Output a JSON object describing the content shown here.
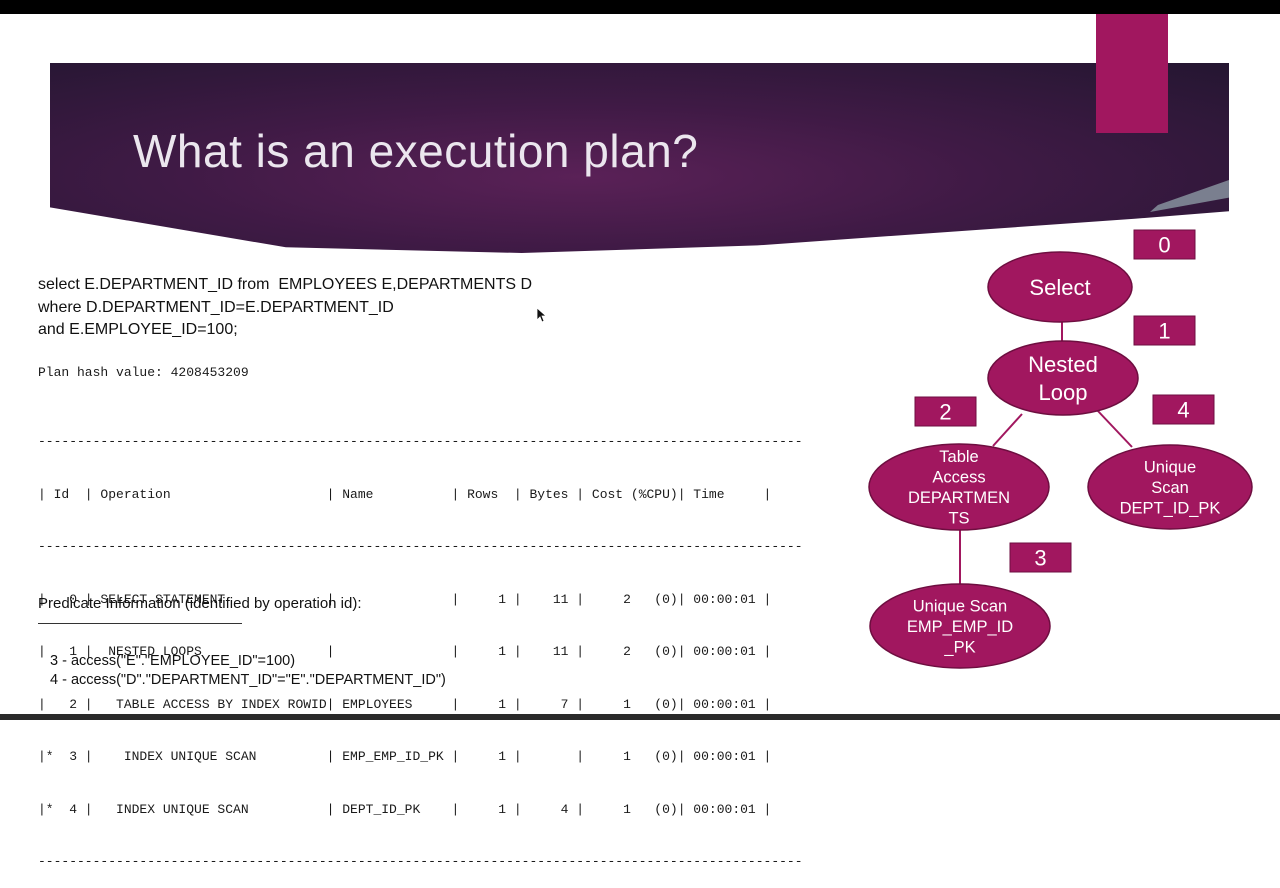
{
  "slide": {
    "title": "What is an execution plan?"
  },
  "query": {
    "lines": [
      "select E.DEPARTMENT_ID from  EMPLOYEES E,DEPARTMENTS D",
      "where D.DEPARTMENT_ID=E.DEPARTMENT_ID",
      "and E.EMPLOYEE_ID=100;"
    ]
  },
  "plan": {
    "hash_line": "Plan hash value: 4208453209",
    "separator": "--------------------------------------------------------------------------------------------------",
    "header": "| Id  | Operation                    | Name          | Rows  | Bytes | Cost (%CPU)| Time     |",
    "rows": [
      "|   0 | SELECT STATEMENT             |               |     1 |    11 |     2   (0)| 00:00:01 |",
      "|   1 |  NESTED LOOPS                |               |     1 |    11 |     2   (0)| 00:00:01 |",
      "|   2 |   TABLE ACCESS BY INDEX ROWID| EMPLOYEES     |     1 |     7 |     1   (0)| 00:00:01 |",
      "|*  3 |    INDEX UNIQUE SCAN         | EMP_EMP_ID_PK |     1 |       |     1   (0)| 00:00:01 |",
      "|*  4 |   INDEX UNIQUE SCAN          | DEPT_ID_PK    |     1 |     4 |     1   (0)| 00:00:01 |"
    ]
  },
  "predicates": {
    "title": "Predicate Information (identified by operation id):",
    "items": [
      "3 - access(\"E\".\"EMPLOYEE_ID\"=100)",
      "4 - access(\"D\".\"DEPARTMENT_ID\"=\"E\".\"DEPARTMENT_ID\")"
    ]
  },
  "tree": {
    "nodes": [
      {
        "lines": [
          "Select"
        ],
        "step": "0"
      },
      {
        "lines": [
          "Nested",
          "Loop"
        ],
        "step": "1"
      },
      {
        "lines": [
          "Table",
          "Access",
          "DEPARTMEN",
          "TS"
        ],
        "step": "2"
      },
      {
        "lines": [
          "Unique",
          "Scan",
          "DEPT_ID_PK"
        ],
        "step": "4"
      },
      {
        "lines": [
          "Unique Scan",
          "EMP_EMP_ID",
          "_PK"
        ],
        "step": "3"
      }
    ],
    "colors": {
      "node_fill": "#a1175f",
      "node_stroke": "#6e0e40",
      "connector": "#a1175f"
    }
  },
  "theme": {
    "accent": "#a1175f",
    "banner": "#3f1a45"
  }
}
